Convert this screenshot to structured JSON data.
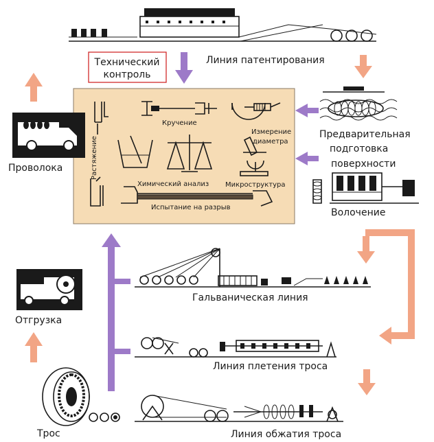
{
  "labels": {
    "tech_control_1": "Технический",
    "tech_control_2": "контроль",
    "patenting_line": "Линия патентирования",
    "surface_prep_1": "Предварительная",
    "surface_prep_2": "подготовка",
    "surface_prep_3": "поверхности",
    "drawing": "Волочение",
    "wire": "Проволока",
    "shipment": "Отгрузка",
    "rope": "Трос",
    "galvanic_line": "Гальваническая линия",
    "rope_laying_line": "Линия плетения троса",
    "rope_compacting_line": "Линия обжатия троса"
  },
  "lab": {
    "tension": "Растяжение",
    "torsion": "Кручение",
    "diameter_1": "Измерение",
    "diameter_2": "диаметра",
    "chem": "Химический анализ",
    "micro": "Микроструктура",
    "break_test": "Испытание на разрыв"
  },
  "colors": {
    "lab_fill": "#f6dcb5",
    "salmon_arrow": "#f2a585",
    "purple_arrow": "#9d7ac8",
    "red_border": "#d12a2a",
    "ink": "#1a1a1a"
  }
}
